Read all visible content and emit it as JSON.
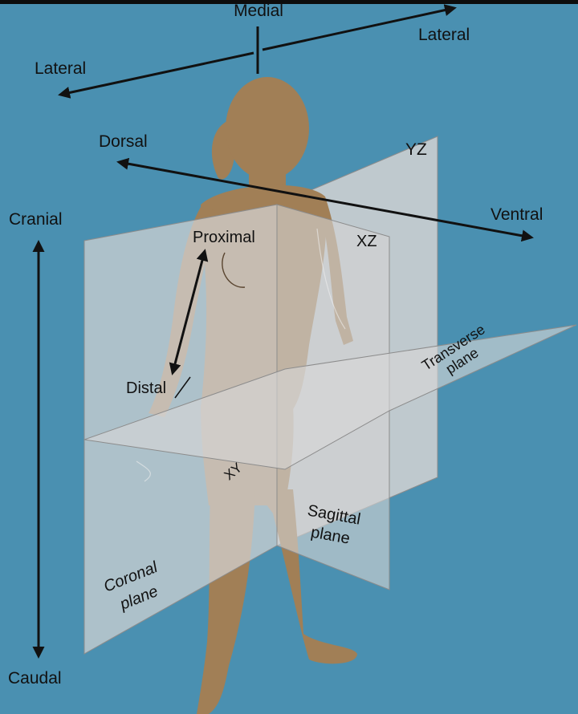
{
  "colors": {
    "background": "#4a90b1",
    "top_band": "#0d0d0d",
    "plane_fill": "#d4d4d4",
    "figure_fill": "#a17f56",
    "arrow": "#111111"
  },
  "labels": {
    "medial": "Medial",
    "lateral_left": "Lateral",
    "lateral_right": "Lateral",
    "dorsal": "Dorsal",
    "ventral": "Ventral",
    "cranial": "Cranial",
    "caudal": "Caudal",
    "proximal": "Proximal",
    "distal": "Distal",
    "yz": "YZ",
    "xz": "XZ",
    "xy": "XY",
    "transverse_line1": "Transverse",
    "transverse_line2": "plane",
    "sagittal_line1": "Sagittal",
    "sagittal_line2": "plane",
    "coronal_line1": "Coronal",
    "coronal_line2": "plane"
  }
}
